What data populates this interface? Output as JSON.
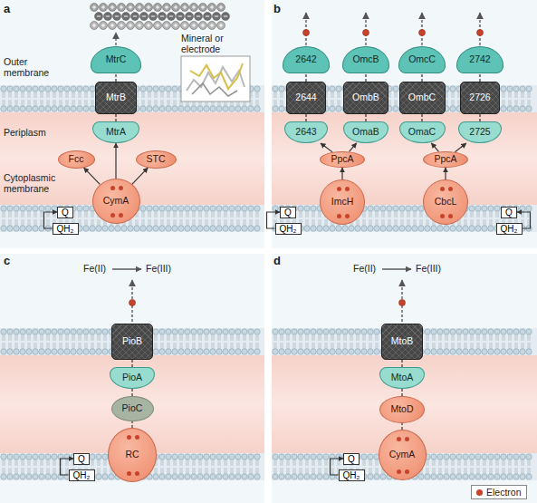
{
  "diagram": {
    "nodes": [
      {
        "text": [
          "MtrC"
        ]
      },
      {
        "text": [
          "MtrB"
        ]
      },
      {
        "text": [
          "MtrA"
        ]
      },
      {
        "text": [
          "Fcc"
        ]
      },
      {
        "text": [
          "STC"
        ]
      },
      {
        "text": [
          "CymA"
        ]
      },
      {
        "text": [
          "Q"
        ]
      },
      {
        "text": [
          "QH₂"
        ]
      },
      {
        "text": [
          "2642"
        ]
      },
      {
        "text": [
          "2644"
        ]
      },
      {
        "text": [
          "2643"
        ]
      },
      {
        "text": [
          "OmcB"
        ]
      },
      {
        "text": [
          "OmbB"
        ]
      },
      {
        "text": [
          "OmaB"
        ]
      },
      {
        "text": [
          "OmcC"
        ]
      },
      {
        "text": [
          "OmbC"
        ]
      },
      {
        "text": [
          "OmaC"
        ]
      },
      {
        "text": [
          "2742"
        ]
      },
      {
        "text": [
          "2726"
        ]
      },
      {
        "text": [
          "2725"
        ]
      },
      {
        "text": [
          "PpcA"
        ]
      },
      {
        "text": [
          "PpcA"
        ]
      },
      {
        "text": [
          "ImcH"
        ]
      },
      {
        "text": [
          "CbcL"
        ]
      },
      {
        "text": [
          "Q"
        ]
      },
      {
        "text": [
          "QH₂"
        ]
      },
      {
        "text": [
          "Q"
        ]
      },
      {
        "text": [
          "QH₂"
        ]
      },
      {
        "text": [
          "PioB"
        ]
      },
      {
        "text": [
          "PioA"
        ]
      },
      {
        "text": [
          "PioC"
        ]
      },
      {
        "text": [
          "RC"
        ]
      },
      {
        "text": [
          "Q"
        ]
      },
      {
        "text": [
          "QH₂"
        ]
      },
      {
        "text": [
          "MtoB"
        ]
      },
      {
        "text": [
          "MtoA"
        ]
      },
      {
        "text": [
          "MtoD"
        ]
      },
      {
        "text": [
          "CymA"
        ]
      },
      {
        "text": [
          "Q"
        ]
      },
      {
        "text": [
          "QH₂"
        ]
      }
    ],
    "edges": [
      {
        "from": 2,
        "to": 1,
        "arrow": "none"
      },
      {
        "from": 1,
        "to": 0,
        "arrow": "none"
      },
      {
        "from": 5,
        "to": 2,
        "arrow": "to"
      },
      {
        "from": 5,
        "to": 3,
        "arrow": "to"
      },
      {
        "from": 5,
        "to": 4,
        "arrow": "to"
      },
      {
        "from": 7,
        "to": 6,
        "arrow": "to"
      },
      {
        "from": 10,
        "to": 9,
        "arrow": "none"
      },
      {
        "from": 9,
        "to": 8,
        "arrow": "none"
      },
      {
        "from": 13,
        "to": 12,
        "arrow": "none"
      },
      {
        "from": 12,
        "to": 11,
        "arrow": "none"
      },
      {
        "from": 16,
        "to": 15,
        "arrow": "none"
      },
      {
        "from": 15,
        "to": 14,
        "arrow": "none"
      },
      {
        "from": 19,
        "to": 18,
        "arrow": "none"
      },
      {
        "from": 18,
        "to": 17,
        "arrow": "none"
      },
      {
        "from": 22,
        "to": 20,
        "arrow": "to"
      },
      {
        "from": 23,
        "to": 21,
        "arrow": "to"
      },
      {
        "from": 20,
        "to": 10,
        "arrow": "to"
      },
      {
        "from": 20,
        "to": 13,
        "arrow": "to"
      },
      {
        "from": 21,
        "to": 16,
        "arrow": "to"
      },
      {
        "from": 21,
        "to": 19,
        "arrow": "to"
      },
      {
        "from": 25,
        "to": 24,
        "arrow": "to"
      },
      {
        "from": 27,
        "to": 26,
        "arrow": "to"
      },
      {
        "from": 31,
        "to": 30,
        "arrow": "none"
      },
      {
        "from": 30,
        "to": 29,
        "arrow": "none"
      },
      {
        "from": 29,
        "to": 28,
        "arrow": "none"
      },
      {
        "from": 33,
        "to": 32,
        "arrow": "to"
      },
      {
        "from": 37,
        "to": 36,
        "arrow": "none"
      },
      {
        "from": 36,
        "to": 35,
        "arrow": "none"
      },
      {
        "from": 35,
        "to": 34,
        "arrow": "none"
      },
      {
        "from": 39,
        "to": 38,
        "arrow": "to"
      }
    ],
    "labels": [
      "a",
      "b",
      "c",
      "d",
      "Outer membrane",
      "Periplasm",
      "Cytoplasmic membrane",
      "Mineral or electrode",
      "Fe(II)",
      "Fe(III)",
      "Fe(II)",
      "Fe(III)"
    ],
    "legend": [
      {
        "text": "Electron"
      }
    ]
  }
}
